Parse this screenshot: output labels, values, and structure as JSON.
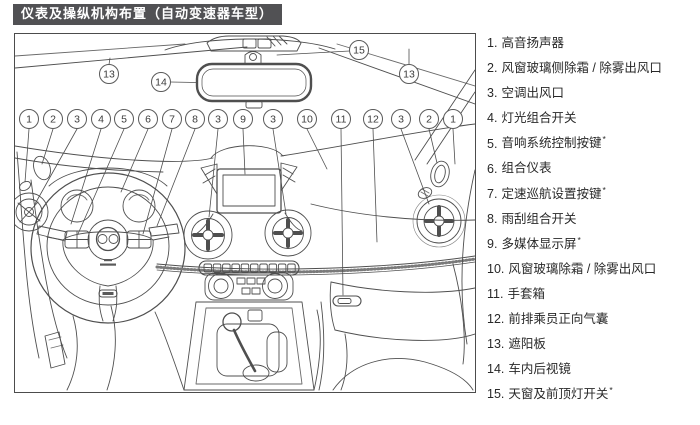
{
  "page": {
    "title": "仪表及操纵机构布置（自动变速器车型）"
  },
  "figure": {
    "description": "dashboard-line-drawing",
    "callouts": [
      "1",
      "2",
      "3",
      "4",
      "5",
      "6",
      "7",
      "8",
      "3",
      "9",
      "3",
      "10",
      "11",
      "12",
      "3",
      "2",
      "1",
      "13",
      "14",
      "15",
      "13"
    ]
  },
  "legend": {
    "items": [
      {
        "num": "1.",
        "text": "高音扬声器",
        "star": ""
      },
      {
        "num": "2.",
        "text": "风窗玻璃侧除霜 / 除雾出风口",
        "star": ""
      },
      {
        "num": "3.",
        "text": "空调出风口",
        "star": ""
      },
      {
        "num": "4.",
        "text": "灯光组合开关",
        "star": ""
      },
      {
        "num": "5.",
        "text": "音响系统控制按键",
        "star": "*"
      },
      {
        "num": "6.",
        "text": "组合仪表",
        "star": ""
      },
      {
        "num": "7.",
        "text": "定速巡航设置按键",
        "star": "*"
      },
      {
        "num": "8.",
        "text": "雨刮组合开关",
        "star": ""
      },
      {
        "num": "9.",
        "text": "多媒体显示屏",
        "star": "*"
      },
      {
        "num": "10.",
        "text": "风窗玻璃除霜 / 除雾出风口",
        "star": ""
      },
      {
        "num": "11.",
        "text": "手套箱",
        "star": ""
      },
      {
        "num": "12.",
        "text": "前排乘员正向气囊",
        "star": ""
      },
      {
        "num": "13.",
        "text": "遮阳板",
        "star": ""
      },
      {
        "num": "14.",
        "text": "车内后视镜",
        "star": ""
      },
      {
        "num": "15.",
        "text": "天窗及前顶灯开关",
        "star": "*"
      }
    ]
  }
}
